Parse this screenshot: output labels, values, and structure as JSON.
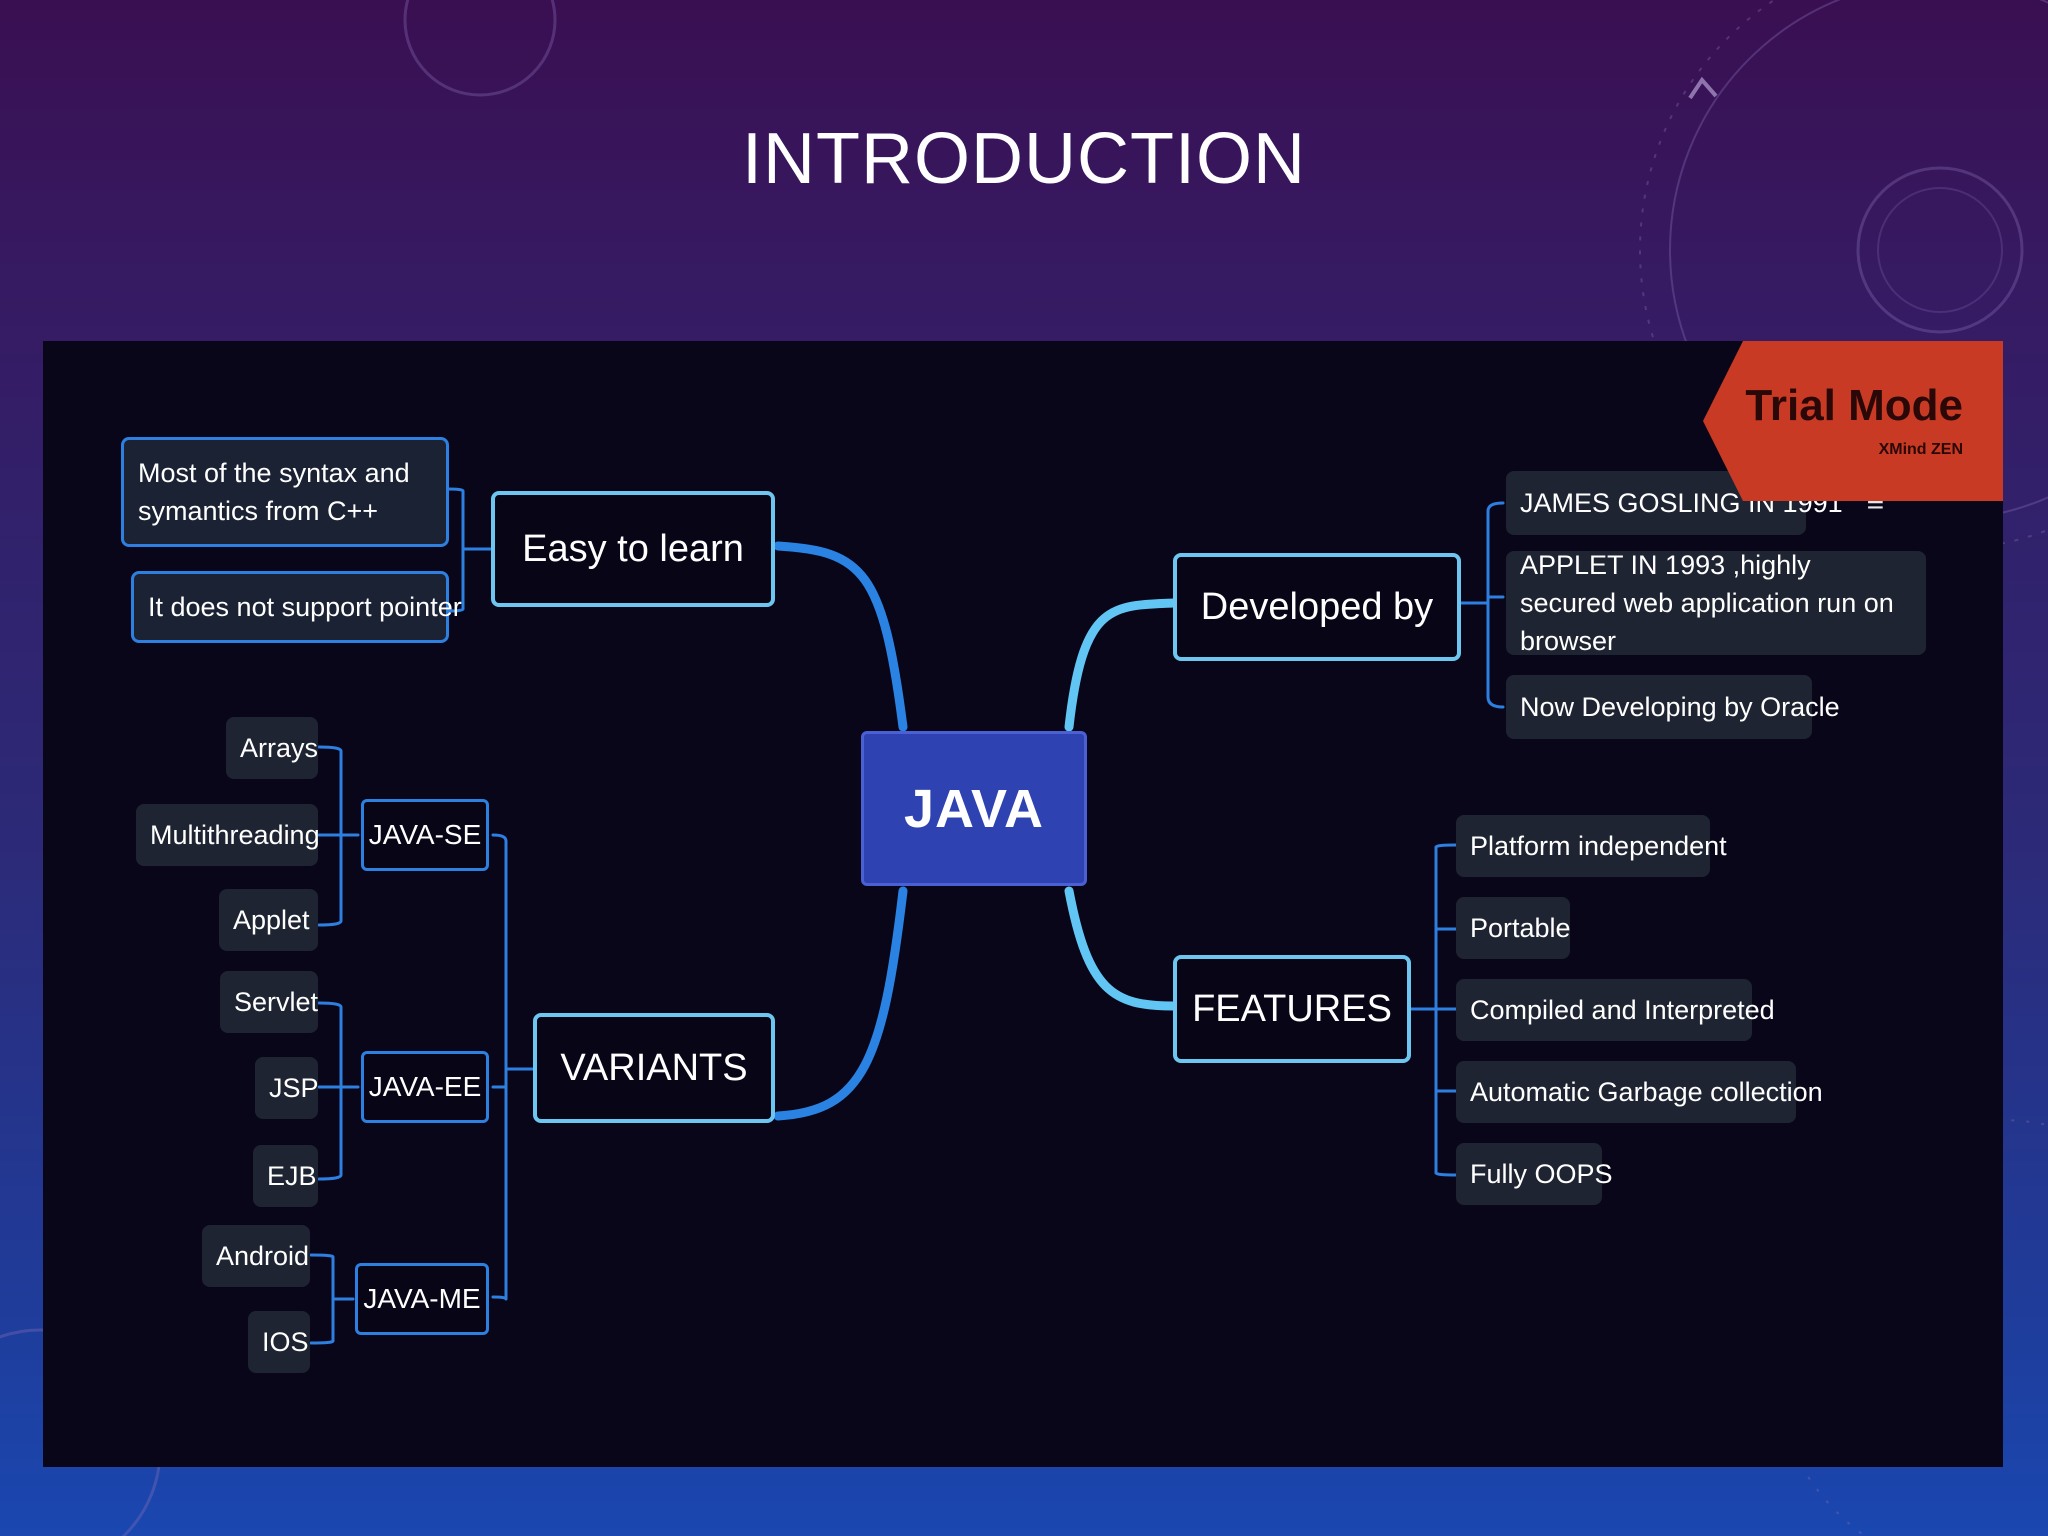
{
  "slide": {
    "title": "INTRODUCTION"
  },
  "colors": {
    "background_top": "#3a0f52",
    "background_bottom": "#1a47b0",
    "panel": "#09061a",
    "center_node": "#2e43b1",
    "main_border": "#6cc6f0",
    "sub_border": "#2d7fe0",
    "leaf_fill": "#1f2432",
    "trial_badge": "#c83a24"
  },
  "mindmap": {
    "center": "JAVA",
    "easy": {
      "label": "Easy to learn",
      "children": [
        "Most of the syntax and symantics from C++",
        "It does not support pointer"
      ]
    },
    "developed": {
      "label": "Developed by",
      "children": [
        "JAMES GOSLING IN 1991",
        "APPLET IN 1993 ,highly secured web application run on browser",
        "Now Developing by Oracle"
      ],
      "note_icon": "note-icon"
    },
    "variants": {
      "label": "VARIANTS",
      "se": {
        "label": "JAVA-SE",
        "children": [
          "Arrays",
          "Multithreading",
          "Applet"
        ]
      },
      "ee": {
        "label": "JAVA-EE",
        "children": [
          "Servlet",
          "JSP",
          "EJB"
        ]
      },
      "me": {
        "label": "JAVA-ME",
        "children": [
          "Android",
          "IOS"
        ]
      }
    },
    "features": {
      "label": "FEATURES",
      "children": [
        "Platform independent",
        "Portable",
        "Compiled and Interpreted",
        "Automatic Garbage collection",
        "Fully OOPS"
      ]
    }
  },
  "watermark": {
    "title": "Trial Mode",
    "subtitle": "XMind ZEN"
  }
}
